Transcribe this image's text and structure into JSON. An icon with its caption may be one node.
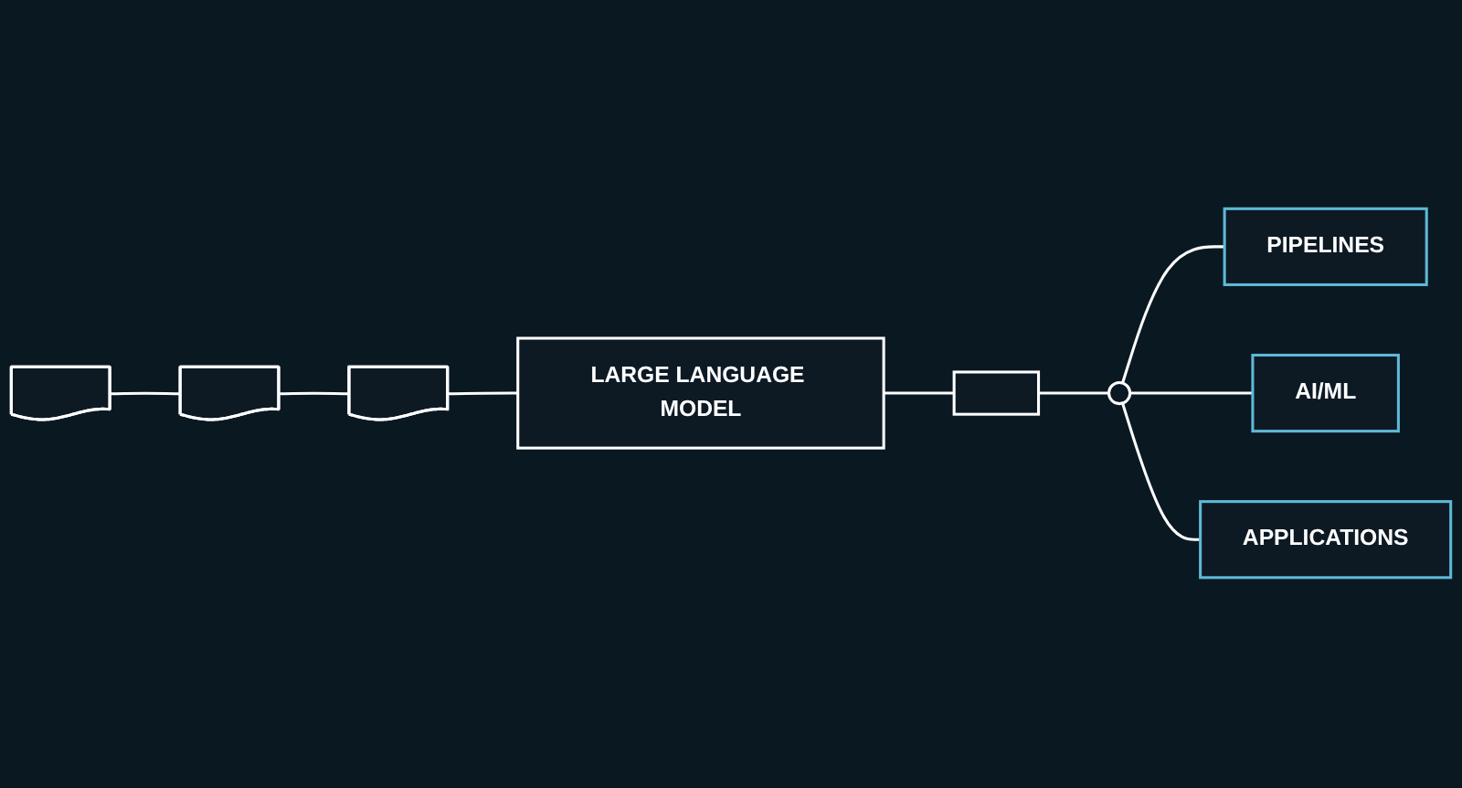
{
  "diagram": {
    "nodes": [
      {
        "text": [],
        "shape": "document"
      },
      {
        "text": [],
        "shape": "document"
      },
      {
        "text": [],
        "shape": "document"
      },
      {
        "text": [
          "LARGE LANGUAGE MODEL"
        ]
      },
      {
        "text": [],
        "shape": "box"
      },
      {
        "text": [],
        "shape": "circle"
      },
      {
        "text": [
          "PIPELINES"
        ]
      },
      {
        "text": [
          "AI/ML"
        ]
      },
      {
        "text": [
          "APPLICATIONS"
        ]
      }
    ],
    "edges": [
      {
        "from": 0,
        "to": 1,
        "arrow": "none"
      },
      {
        "from": 1,
        "to": 2,
        "arrow": "none"
      },
      {
        "from": 2,
        "to": 3,
        "arrow": "none"
      },
      {
        "from": 3,
        "to": 4,
        "arrow": "none"
      },
      {
        "from": 4,
        "to": 5,
        "arrow": "none"
      },
      {
        "from": 5,
        "to": 6,
        "arrow": "none"
      },
      {
        "from": 5,
        "to": 7,
        "arrow": "none"
      },
      {
        "from": 5,
        "to": 8,
        "arrow": "none"
      }
    ]
  }
}
